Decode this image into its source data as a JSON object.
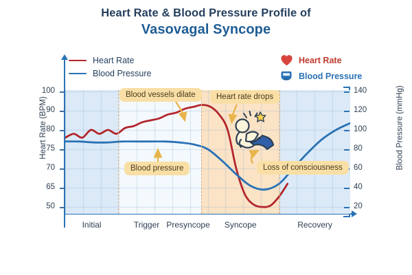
{
  "title": {
    "line1": "Heart Rate & Blood Pressure Profile of",
    "line2": "Vasovagal Syncope"
  },
  "legend_left": {
    "items": [
      {
        "label": "Heart Rate",
        "color": "#b3252c"
      },
      {
        "label": "Blood Pressure",
        "color": "#2a72b5"
      }
    ]
  },
  "legend_right": {
    "items": [
      {
        "label": "Heart Rate",
        "icon": "heart-icon",
        "color": "#c0392f"
      },
      {
        "label": "Blood Pressure",
        "icon": "blood-pressure-monitor-icon",
        "color": "#2a72b5"
      }
    ]
  },
  "annotations": [
    {
      "name": "blood-vessels-dilate",
      "text": "Blood vessels dilate"
    },
    {
      "name": "heart-rate-drops",
      "text": "Heart rate drops"
    },
    {
      "name": "blood-pressure-label",
      "text": "Blood pressure"
    },
    {
      "name": "loss-of-consciousness",
      "text": "Loss of consciousness"
    }
  ],
  "figure": {
    "name": "fainting-person-icon",
    "description": "person collapsing with dizziness star"
  },
  "chart_data": {
    "type": "line",
    "title": "Heart Rate & Blood Pressure Profile of Vasovagal Syncope",
    "xlabel": "",
    "ylabel": "Heart Rate (BPM)",
    "y2label": "Blood Pressure (mmHg)",
    "grid": true,
    "legend_position": "top-left",
    "ylim": [
      45,
      102
    ],
    "y2lim": [
      10,
      145
    ],
    "yticks": [
      100,
      90,
      80,
      75,
      70,
      65,
      50
    ],
    "y2ticks": [
      140,
      120,
      100,
      80,
      60,
      40,
      20
    ],
    "phases": [
      {
        "label": "Initial",
        "x_start": 0,
        "x_end": 0.186,
        "band_color": "#dceaf7"
      },
      {
        "label": "Trigger",
        "x_start": 0.186,
        "x_end": 0.385,
        "band_color": "#f4f9fd"
      },
      {
        "label": "Presyncope",
        "x_start": 0.385,
        "x_end": 0.478,
        "band_color": "#f4f9fd"
      },
      {
        "label": "Syncope",
        "x_start": 0.478,
        "x_end": 0.752,
        "band_color": "#fbe3c6"
      },
      {
        "label": "Recovery",
        "x_start": 0.752,
        "x_end": 1.0,
        "band_color": "#dceaf7"
      }
    ],
    "series": [
      {
        "name": "Heart Rate",
        "unit": "BPM",
        "axis": "left",
        "color": "#b3252c",
        "x": [
          0.0,
          0.03,
          0.06,
          0.09,
          0.12,
          0.15,
          0.18,
          0.21,
          0.24,
          0.27,
          0.3,
          0.33,
          0.36,
          0.39,
          0.42,
          0.45,
          0.48,
          0.51,
          0.54,
          0.57,
          0.6,
          0.63,
          0.66,
          0.69,
          0.72,
          0.75,
          0.78
        ],
        "values": [
          78,
          79,
          78,
          80,
          79,
          80,
          79,
          81,
          82,
          84,
          85,
          86,
          88,
          89,
          91,
          92,
          93,
          92,
          88,
          80,
          70,
          60,
          52,
          50,
          51,
          58,
          66
        ]
      },
      {
        "name": "Blood Pressure",
        "unit": "mmHg",
        "axis": "right",
        "color": "#2a72b5",
        "x": [
          0.0,
          0.05,
          0.1,
          0.15,
          0.2,
          0.25,
          0.3,
          0.35,
          0.4,
          0.45,
          0.5,
          0.55,
          0.6,
          0.65,
          0.7,
          0.75,
          0.8,
          0.85,
          0.9,
          0.95,
          1.0
        ],
        "values": [
          88,
          88,
          87,
          87,
          88,
          88,
          88,
          88,
          87,
          85,
          80,
          68,
          54,
          42,
          38,
          44,
          60,
          76,
          90,
          100,
          107
        ]
      }
    ],
    "annotations": [
      {
        "text": "Blood vessels dilate",
        "points_to": "heart-rate-peak"
      },
      {
        "text": "Heart rate drops",
        "points_to": "heart-rate-decline"
      },
      {
        "text": "Blood pressure",
        "points_to": "blood-pressure-line"
      },
      {
        "text": "Loss of consciousness",
        "points_to": "syncope-trough"
      }
    ]
  }
}
